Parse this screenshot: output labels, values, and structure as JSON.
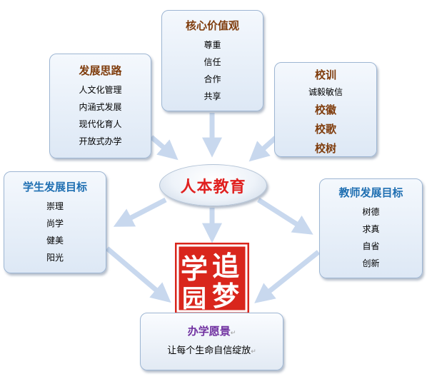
{
  "center": "人本教育",
  "strategy": {
    "title": "发展思路",
    "items": [
      "人文化管理",
      "内涵式发展",
      "现代化育人",
      "开放式办学"
    ]
  },
  "values": {
    "title": "核心价值观",
    "items": [
      "尊重",
      "信任",
      "合作",
      "共享"
    ]
  },
  "motto": {
    "title": "校训",
    "subtitle": "诚毅敏信",
    "items": [
      "校徽",
      "校歌",
      "校树"
    ]
  },
  "student": {
    "title": "学生发展目标",
    "items": [
      "崇理",
      "尚学",
      "健美",
      "阳光"
    ]
  },
  "teacher": {
    "title": "教师发展目标",
    "items": [
      "树德",
      "求真",
      "自省",
      "创新"
    ]
  },
  "vision": {
    "title": "办学愿景",
    "text": "让每个生命自信绽放"
  },
  "seal": {
    "chars": [
      "学",
      "追",
      "梦",
      "园"
    ]
  },
  "colors": {
    "center_text": "#e0201f",
    "brown_title": "#7f3c0c",
    "blue_title": "#1f6fb2",
    "purple_title": "#7030a0",
    "seal": "#d9261c",
    "arrow": "#c8d8ee"
  }
}
